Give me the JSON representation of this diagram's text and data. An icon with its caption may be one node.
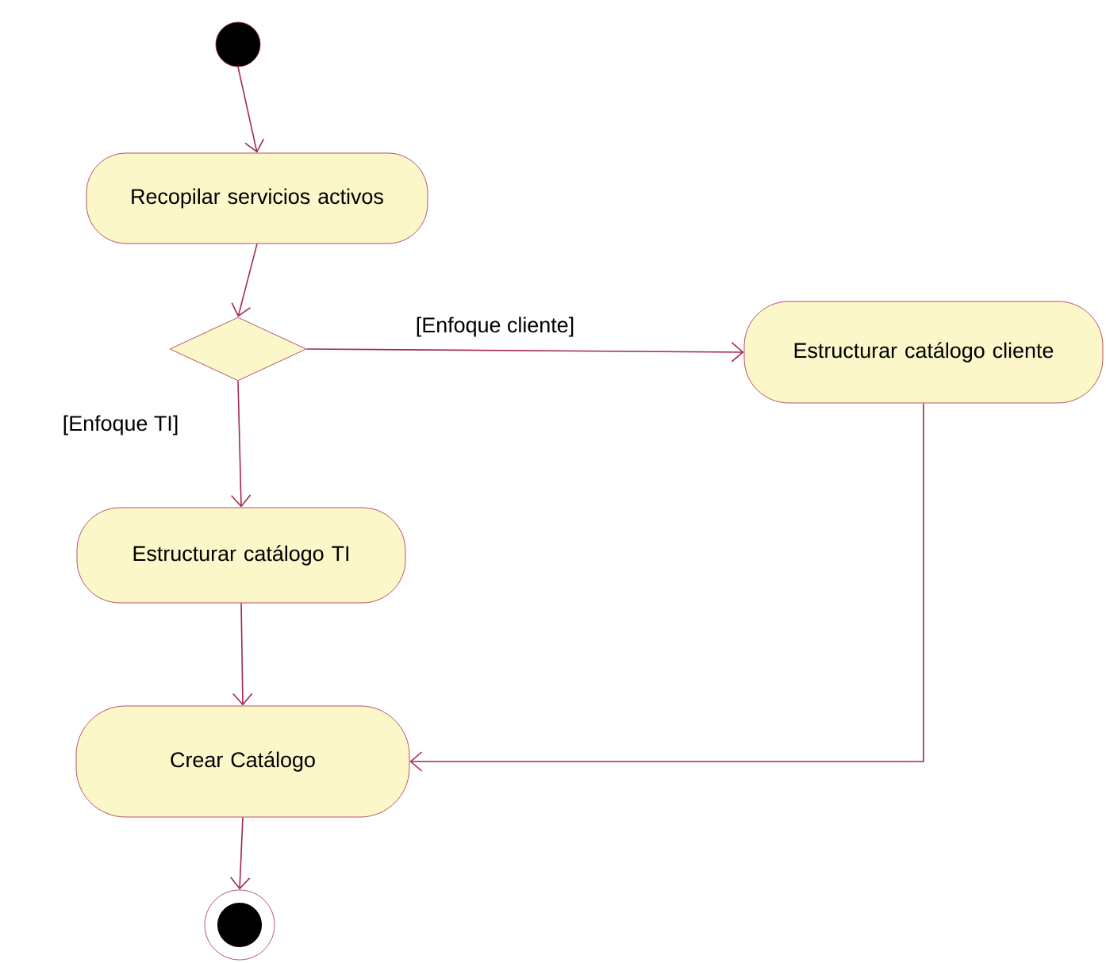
{
  "diagram": {
    "nodes": [
      {
        "text": [],
        "shape": "circle"
      },
      {
        "text": [
          "Recopilar servicios activos"
        ]
      },
      {
        "text": [],
        "shape": "diamond"
      },
      {
        "text": [
          "Estructurar catálogo cliente"
        ]
      },
      {
        "text": [
          "Estructurar catálogo TI"
        ]
      },
      {
        "text": [
          "Crear Catálogo"
        ]
      },
      {
        "text": [],
        "shape": "bullseye"
      }
    ],
    "edges": [
      {
        "from": 0,
        "to": 1,
        "arrow": "to"
      },
      {
        "from": 1,
        "to": 2,
        "arrow": "to"
      },
      {
        "from": 2,
        "to": 3,
        "arrow": "to",
        "label": "[Enfoque cliente]"
      },
      {
        "from": 2,
        "to": 4,
        "arrow": "to",
        "label": "[Enfoque TI]"
      },
      {
        "from": 4,
        "to": 5,
        "arrow": "to"
      },
      {
        "from": 3,
        "to": 5,
        "arrow": "to"
      },
      {
        "from": 5,
        "to": 6,
        "arrow": "to"
      }
    ]
  }
}
